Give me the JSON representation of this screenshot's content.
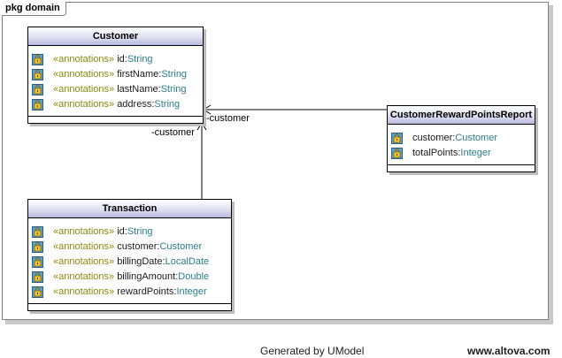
{
  "package": {
    "label": "pkg domain"
  },
  "classes": {
    "customer": {
      "name": "Customer",
      "attributes": [
        {
          "stereotype": "«annotations»",
          "name": "id:",
          "type": "String"
        },
        {
          "stereotype": "«annotations»",
          "name": "firstName:",
          "type": "String"
        },
        {
          "stereotype": "«annotations»",
          "name": "lastName:",
          "type": "String"
        },
        {
          "stereotype": "«annotations»",
          "name": "address:",
          "type": "String"
        }
      ]
    },
    "report": {
      "name": "CustomerRewardPointsReport",
      "attributes": [
        {
          "name": "customer:",
          "type": "Customer"
        },
        {
          "name": "totalPoints:",
          "type": "Integer"
        }
      ]
    },
    "transaction": {
      "name": "Transaction",
      "attributes": [
        {
          "stereotype": "«annotations»",
          "name": "id:",
          "type": "String"
        },
        {
          "stereotype": "«annotations»",
          "name": "customer:",
          "type": "Customer"
        },
        {
          "stereotype": "«annotations»",
          "name": "billingDate:",
          "type": "LocalDate"
        },
        {
          "stereotype": "«annotations»",
          "name": "billingAmount:",
          "type": "Double"
        },
        {
          "stereotype": "«annotations»",
          "name": "rewardPoints:",
          "type": "Integer"
        }
      ]
    }
  },
  "associations": {
    "report_to_customer_role": "-customer",
    "transaction_to_customer_role": "-customer"
  },
  "footer": {
    "generated": "Generated by UModel",
    "site": "www.altova.com"
  }
}
